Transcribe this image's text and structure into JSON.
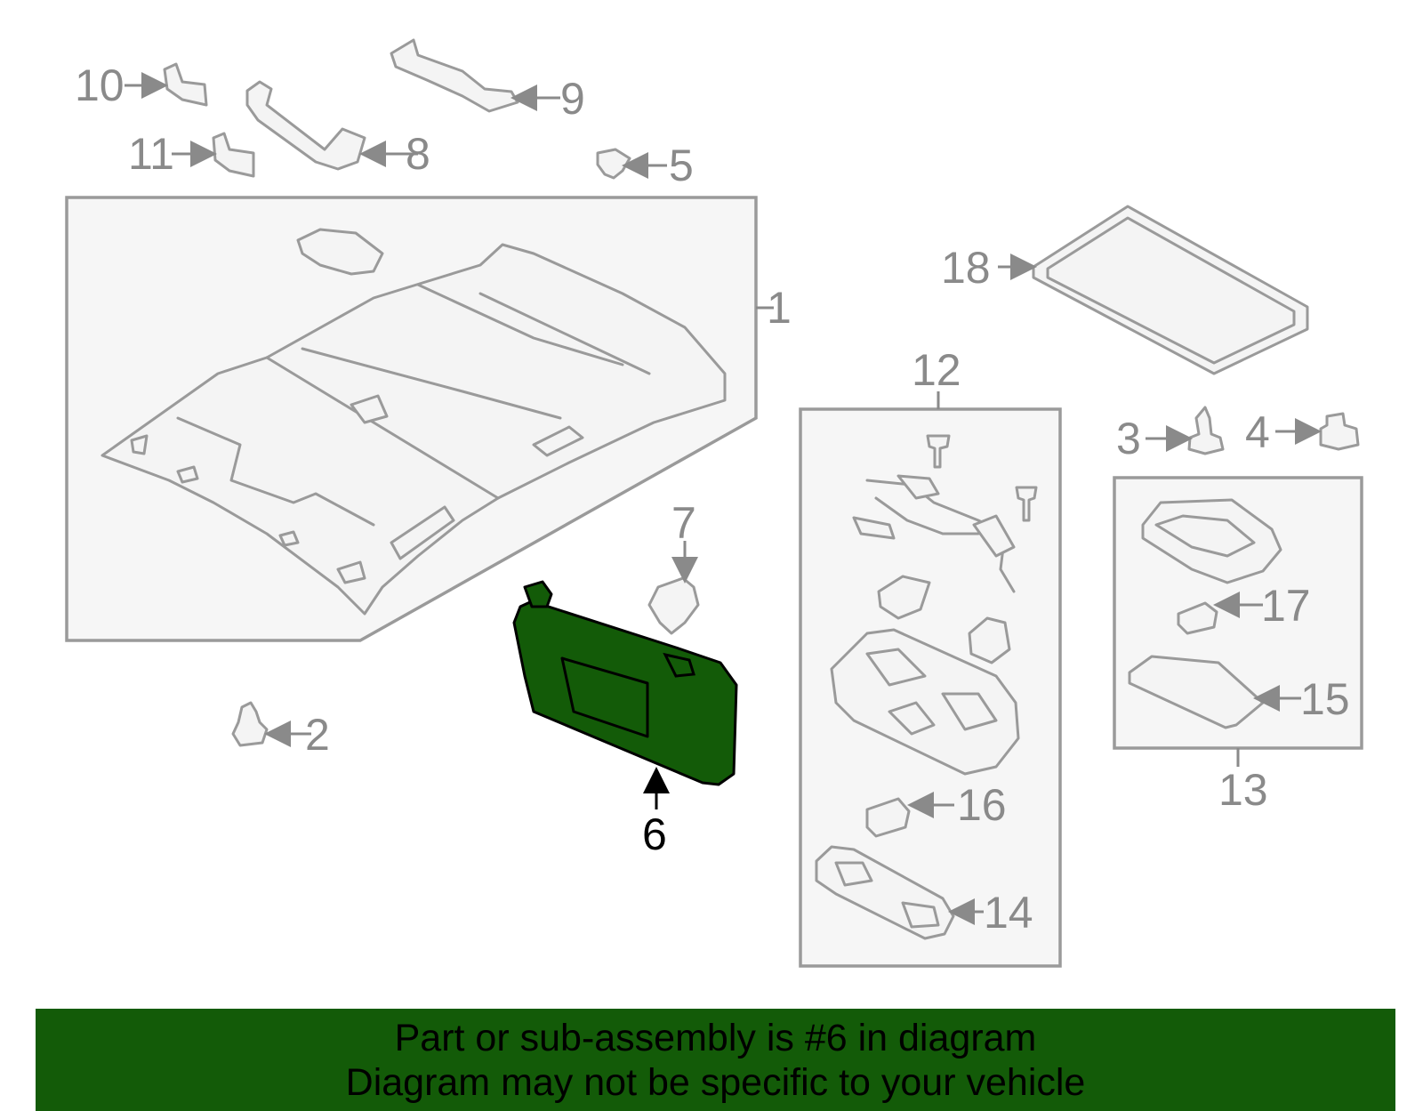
{
  "callouts": [
    "1",
    "2",
    "3",
    "4",
    "5",
    "6",
    "7",
    "8",
    "9",
    "10",
    "11",
    "12",
    "13",
    "14",
    "15",
    "16",
    "17",
    "18"
  ],
  "highlighted_part": "6",
  "colors": {
    "highlight": "#135b08",
    "part_stroke": "#9a9a9a",
    "label": "#8a8a8a",
    "banner": "#135b08"
  },
  "banner": {
    "line1": "Part or sub-assembly is #6 in diagram",
    "line2": "Diagram may not be specific to your vehicle"
  }
}
